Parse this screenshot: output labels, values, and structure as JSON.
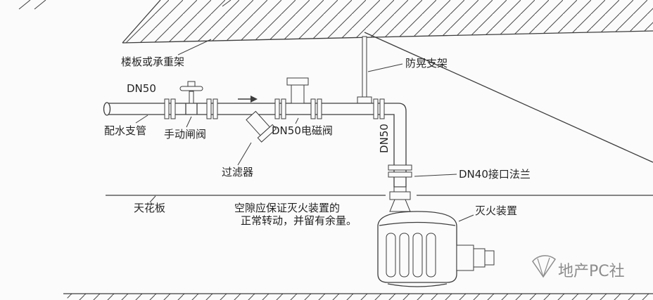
{
  "diagram": {
    "labels": {
      "floor_frame": "楼板或承重架",
      "pipe_size_horizontal": "DN50",
      "branch_pipe": "配水支管",
      "manual_gate_valve": "手动闸阀",
      "filter": "过滤器",
      "solenoid_valve": "DN50电磁阀",
      "anti_sway_bracket": "防晃支架",
      "pipe_size_vertical": "DN50",
      "dn40_flange": "DN40接口法兰",
      "ceiling": "天花板",
      "extinguisher": "灭火装置"
    },
    "note": {
      "line1": "空隙应保证灭火装置的",
      "line2": "正常转动，并留有余量。"
    },
    "watermark": {
      "text": "地产PC社"
    },
    "colors": {
      "line": "#3d3d3d",
      "text": "#262626",
      "background": "#fbfbfb",
      "watermark": "#8d8d8d"
    }
  }
}
